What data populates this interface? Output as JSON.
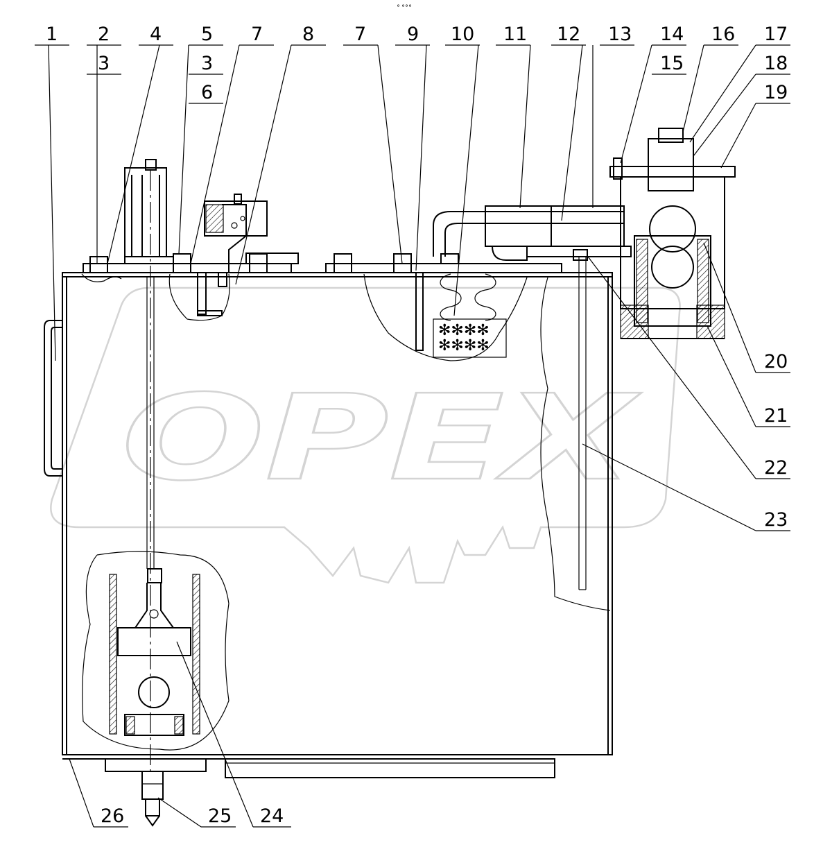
{
  "drawing": {
    "top_mark": "° °°°",
    "watermark": "OPEX",
    "callouts": [
      "1",
      "2",
      "3",
      "4",
      "5",
      "3",
      "6",
      "7",
      "8",
      "7",
      "9",
      "10",
      "11",
      "12",
      "13",
      "14",
      "15",
      "16",
      "17",
      "18",
      "19",
      "20",
      "21",
      "22",
      "23",
      "24",
      "25",
      "26"
    ]
  }
}
